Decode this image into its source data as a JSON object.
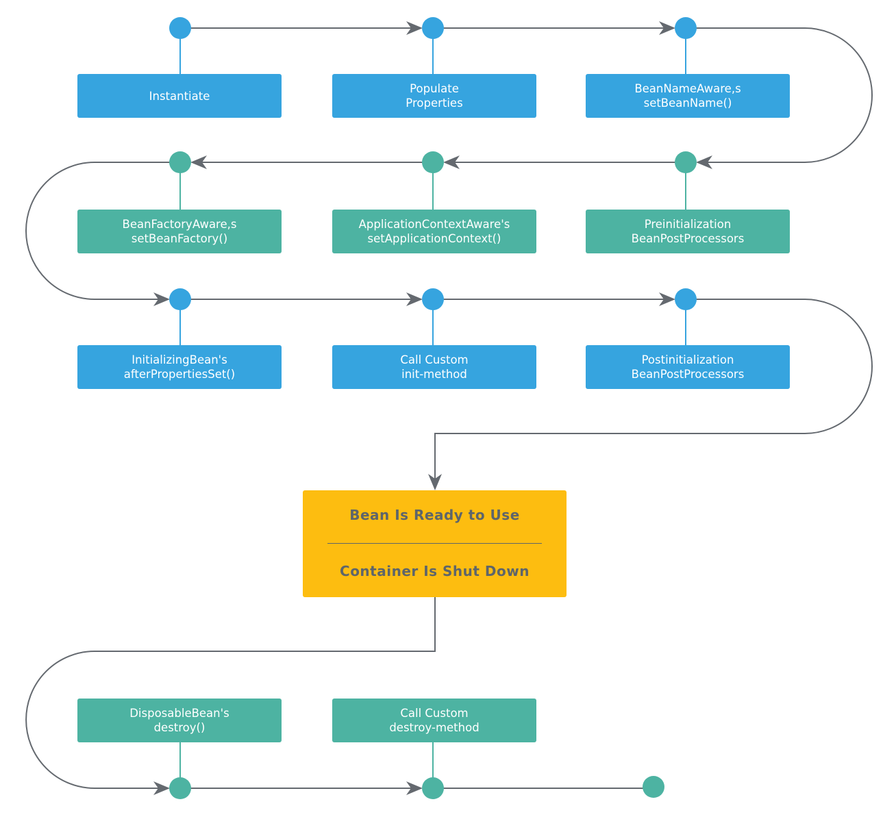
{
  "colors": {
    "blue": "#36a4df",
    "green": "#4db3a2",
    "yellow": "#fdbd10",
    "line": "#64696f",
    "text_dark": "#5e656a"
  },
  "steps": [
    {
      "line1": "Instantiate",
      "line2": ""
    },
    {
      "line1": "Populate",
      "line2": "Properties"
    },
    {
      "line1": "BeanNameAware,s",
      "line2": "setBeanName()"
    },
    {
      "line1": "BeanFactoryAware,s",
      "line2": "setBeanFactory()"
    },
    {
      "line1": "ApplicationContextAware's",
      "line2": "setApplicationContext()"
    },
    {
      "line1": "Preinitialization",
      "line2": "BeanPostProcessors"
    },
    {
      "line1": "InitializingBean's",
      "line2": "afterPropertiesSet()"
    },
    {
      "line1": "Call Custom",
      "line2": "init-method"
    },
    {
      "line1": "Postinitialization",
      "line2": "BeanPostProcessors"
    },
    {
      "line1": "DisposableBean's",
      "line2": "destroy()"
    },
    {
      "line1": "Call Custom",
      "line2": "destroy-method"
    }
  ],
  "ready_box": {
    "line1": "Bean Is Ready to Use",
    "line2": "Container Is Shut Down"
  }
}
